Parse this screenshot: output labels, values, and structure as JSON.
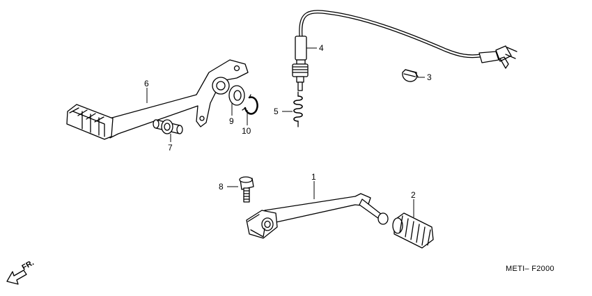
{
  "diagram_code": "METI– F2000",
  "direction_label": "FR.",
  "callouts": {
    "c1": "1",
    "c2": "2",
    "c3": "3",
    "c4": "4",
    "c5": "5",
    "c6": "6",
    "c7": "7",
    "c8": "8",
    "c9": "9",
    "c10": "10"
  },
  "icons": {
    "direction": "front-direction-arrow-icon"
  },
  "colors": {
    "line": "#000000",
    "background": "#ffffff"
  }
}
